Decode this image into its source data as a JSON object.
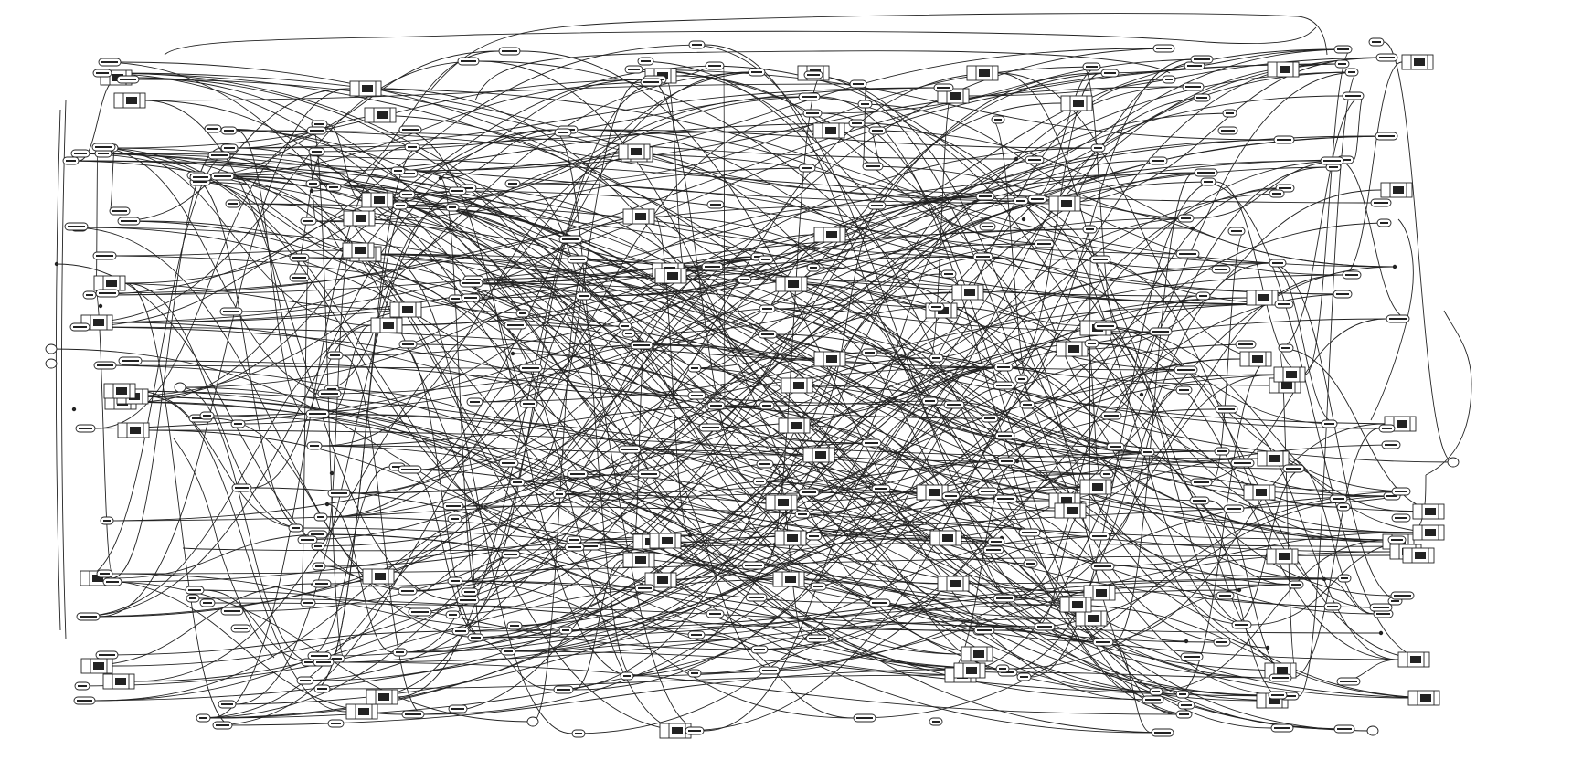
{
  "diagram": {
    "kind": "gate-level netlist schematic",
    "legible_text": "none",
    "line_color": "#222222",
    "background": "#ffffff",
    "element_counts": {
      "flip_flop_cells": 84,
      "net_labels": 320,
      "bus_junctions": 22,
      "ports": 6
    }
  }
}
